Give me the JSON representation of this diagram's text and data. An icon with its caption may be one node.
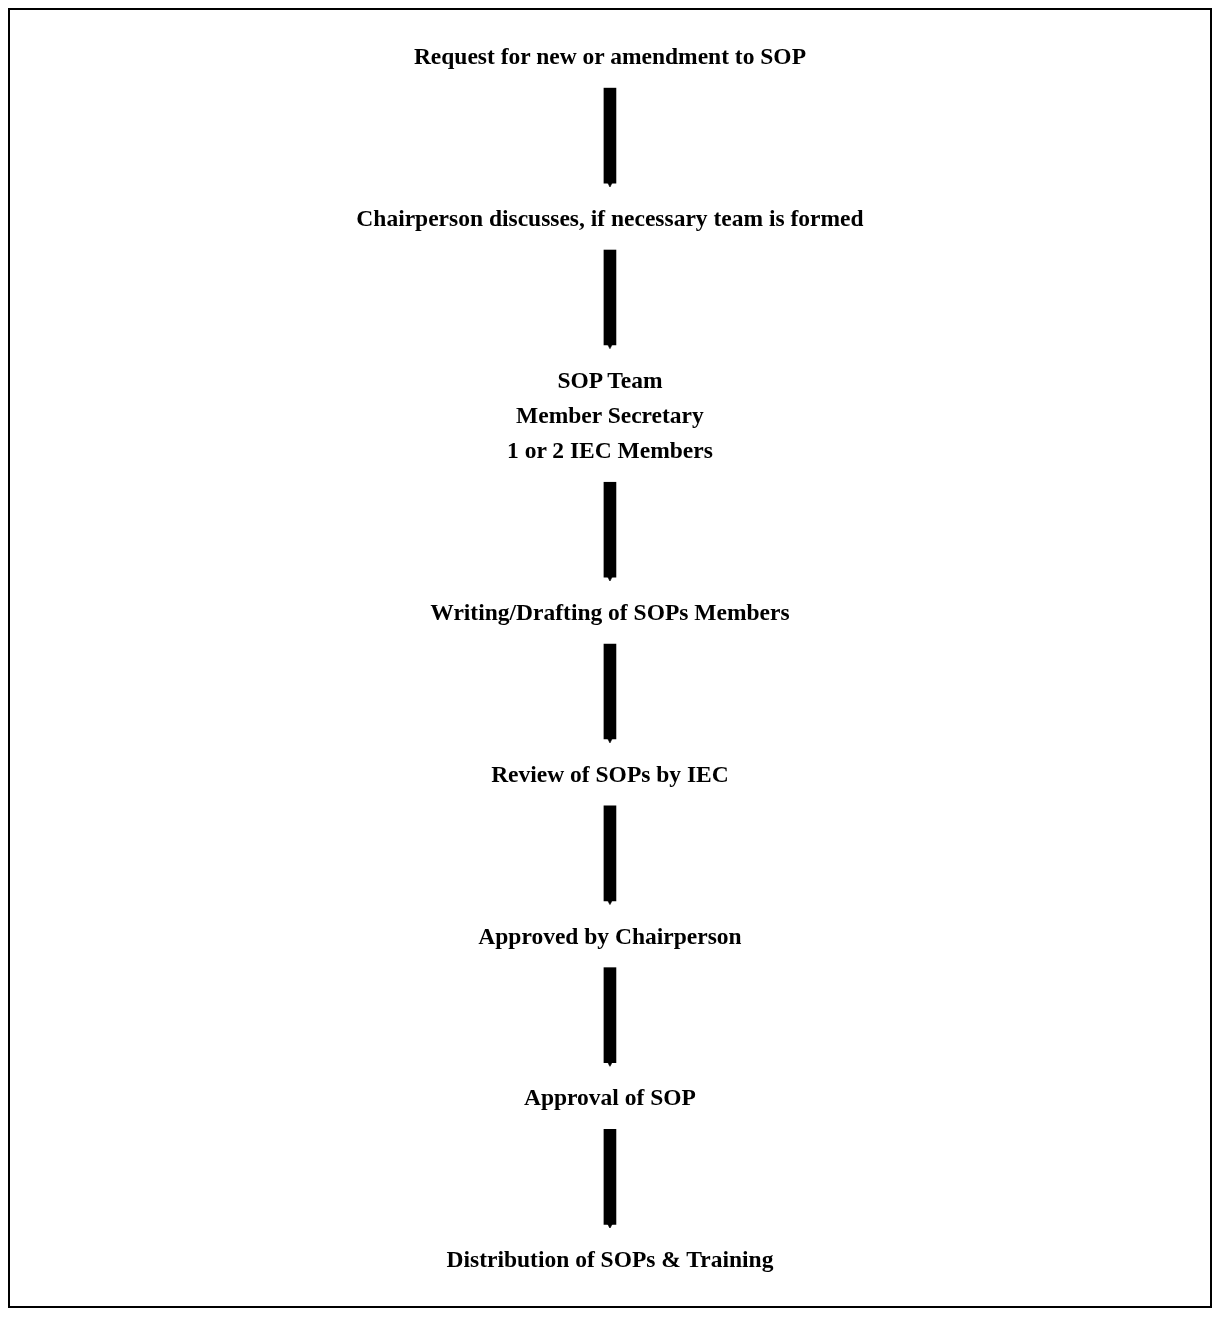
{
  "diagram": {
    "nodes": [
      {
        "text": [
          "Request for new or amendment to SOP"
        ]
      },
      {
        "text": [
          "Chairperson discusses, if necessary team is formed"
        ]
      },
      {
        "text": [
          "SOP Team",
          "Member Secretary",
          "1 or 2 IEC Members"
        ]
      },
      {
        "text": [
          "Writing/Drafting of SOPs Members"
        ]
      },
      {
        "text": [
          "Review of SOPs by IEC"
        ]
      },
      {
        "text": [
          "Approved by Chairperson"
        ]
      },
      {
        "text": [
          "Approval of SOP"
        ]
      },
      {
        "text": [
          "Distribution of SOPs & Training"
        ]
      }
    ],
    "edges": [
      {
        "from": 0,
        "to": 1,
        "arrow": "to"
      },
      {
        "from": 1,
        "to": 2,
        "arrow": "to"
      },
      {
        "from": 2,
        "to": 3,
        "arrow": "to"
      },
      {
        "from": 3,
        "to": 4,
        "arrow": "to"
      },
      {
        "from": 4,
        "to": 5,
        "arrow": "to"
      },
      {
        "from": 5,
        "to": 6,
        "arrow": "to"
      },
      {
        "from": 6,
        "to": 7,
        "arrow": "to"
      }
    ]
  }
}
